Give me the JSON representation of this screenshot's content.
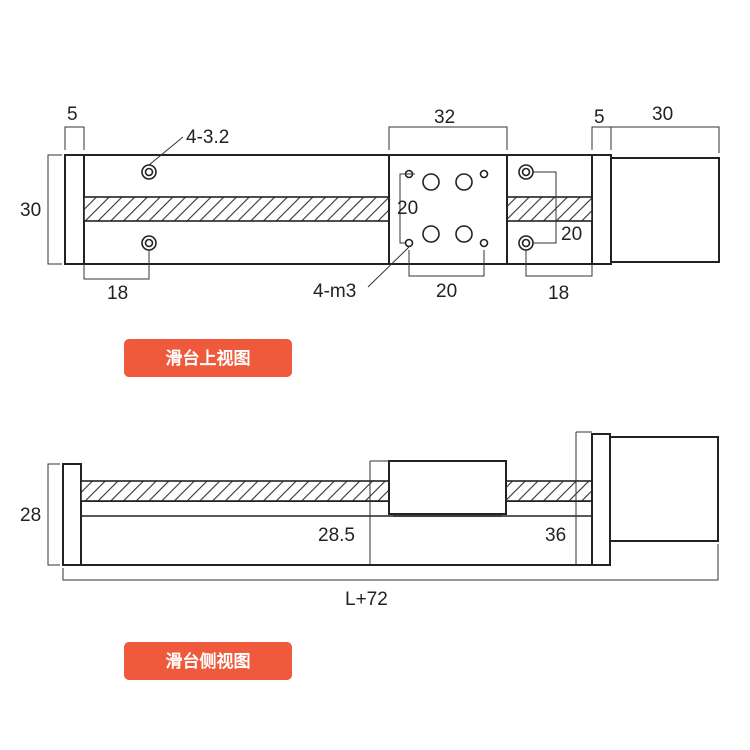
{
  "top_view": {
    "label": "滑台上视图",
    "dims": {
      "end_plate_width": "5",
      "carriage_width": "32",
      "motor_plate": "5",
      "motor_length": "30",
      "height": "30",
      "mount_holes": "4-3.2",
      "hole_spacing_left": "18",
      "carriage_holes": "4-m3",
      "carriage_hole_pitch_x": "20",
      "carriage_hole_pitch_y": "20",
      "right_hole_pitch_y": "20",
      "hole_spacing_right": "18"
    }
  },
  "side_view": {
    "label": "滑台侧视图",
    "dims": {
      "height": "28",
      "carriage_offset": "28.5",
      "right_offset": "36",
      "total_length": "L+72"
    }
  },
  "colors": {
    "label_bg": "#f05a3c",
    "line": "#222222"
  }
}
